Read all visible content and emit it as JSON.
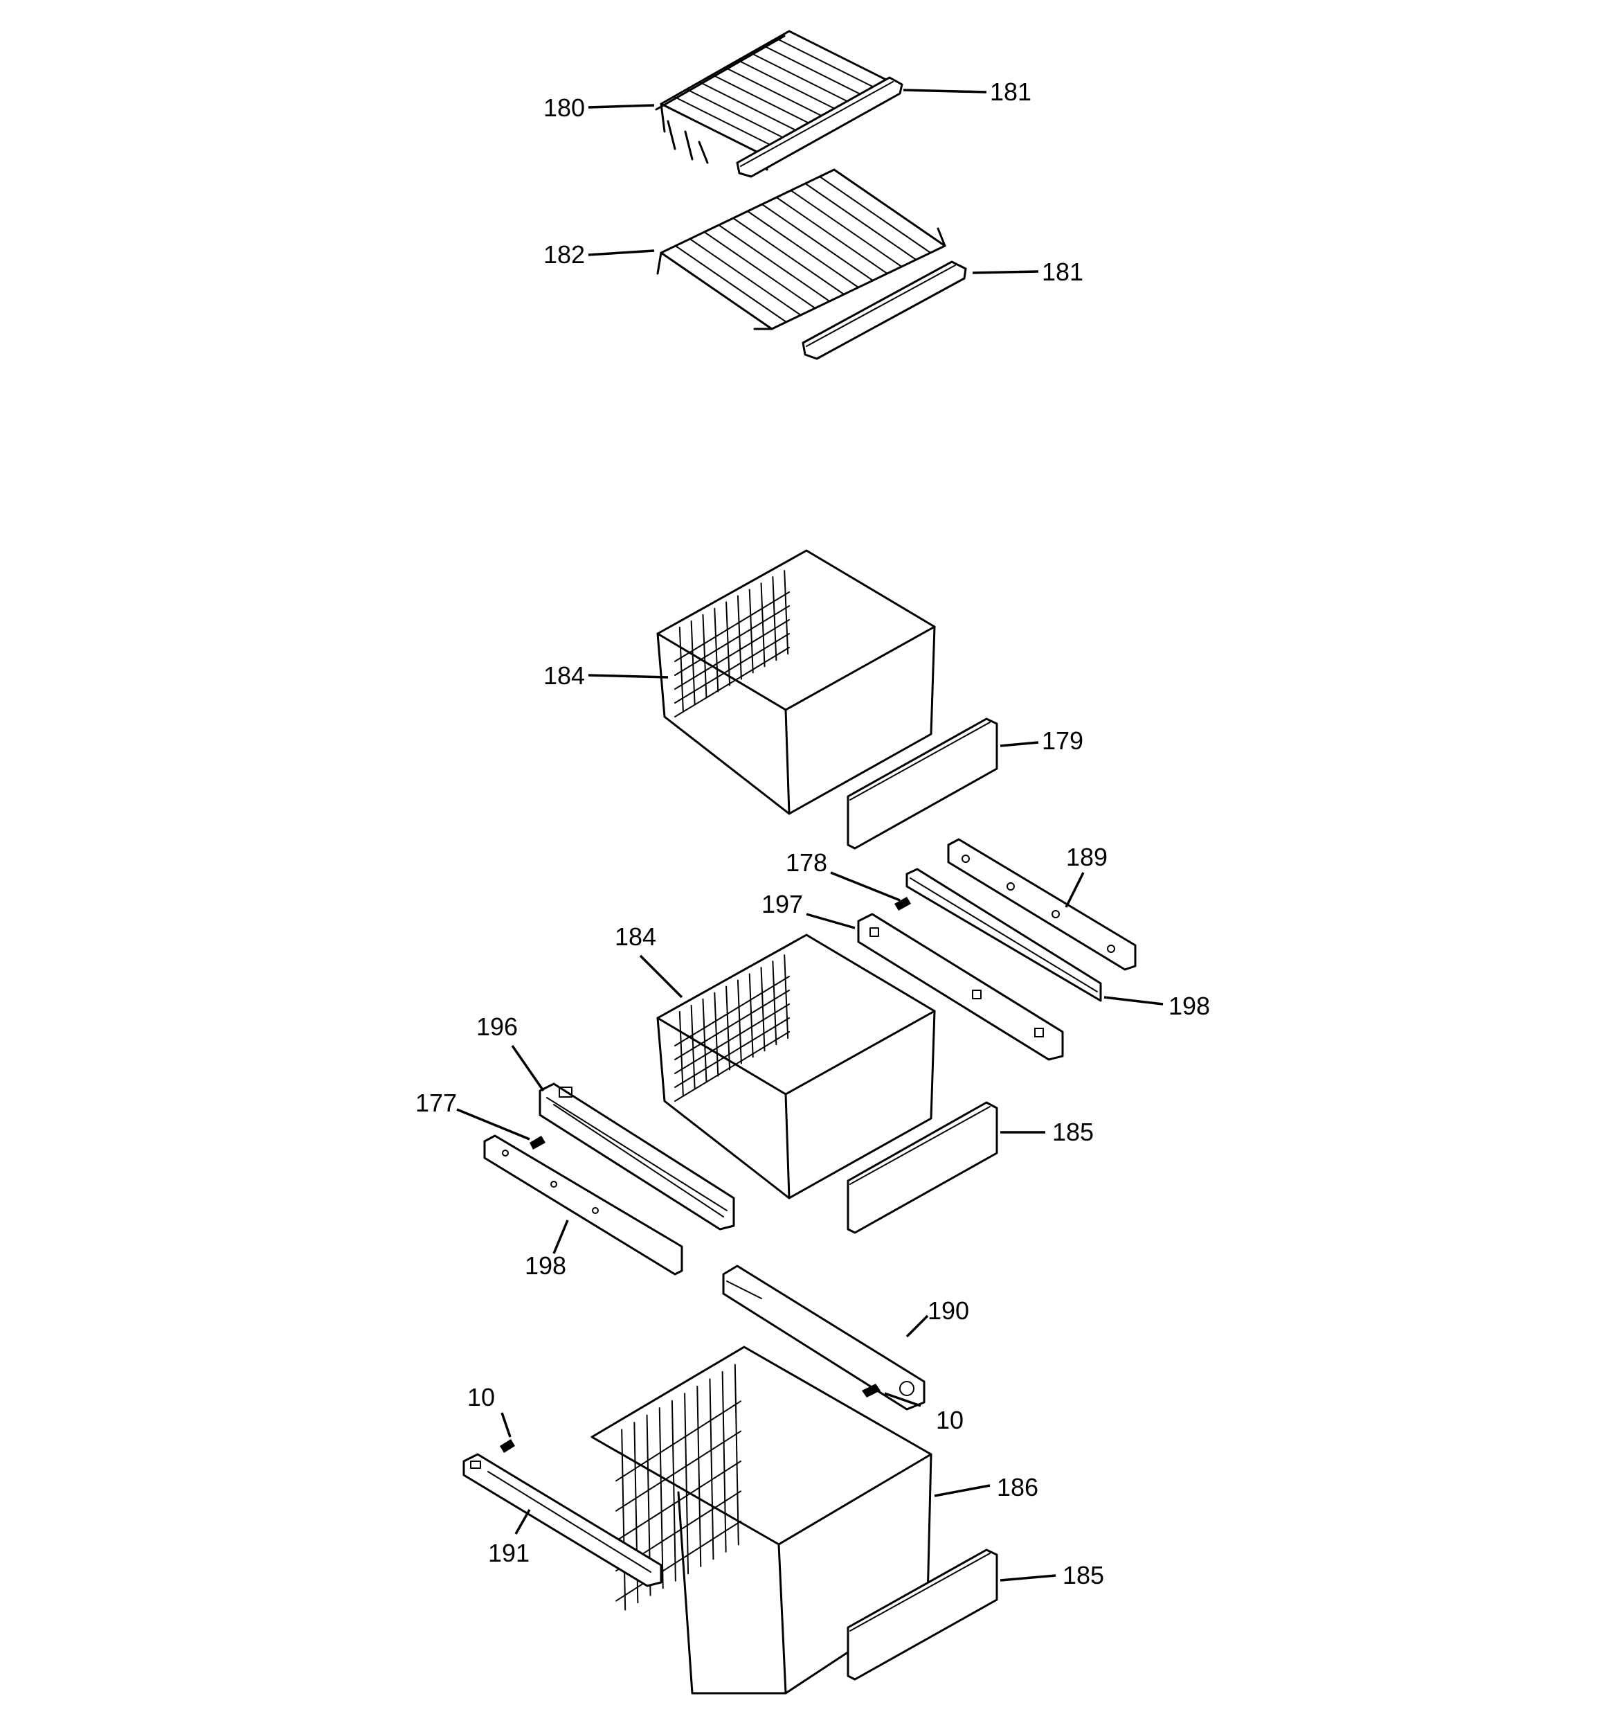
{
  "callouts": [
    {
      "id": "p180",
      "text": "180"
    },
    {
      "id": "p181a",
      "text": "181"
    },
    {
      "id": "p182",
      "text": "182"
    },
    {
      "id": "p181b",
      "text": "181"
    },
    {
      "id": "p184a",
      "text": "184"
    },
    {
      "id": "p179",
      "text": "179"
    },
    {
      "id": "p178",
      "text": "178"
    },
    {
      "id": "p189",
      "text": "189"
    },
    {
      "id": "p197",
      "text": "197"
    },
    {
      "id": "p184b",
      "text": "184"
    },
    {
      "id": "p198a",
      "text": "198"
    },
    {
      "id": "p196",
      "text": "196"
    },
    {
      "id": "p177",
      "text": "177"
    },
    {
      "id": "p185a",
      "text": "185"
    },
    {
      "id": "p198b",
      "text": "198"
    },
    {
      "id": "p190",
      "text": "190"
    },
    {
      "id": "p10a",
      "text": "10"
    },
    {
      "id": "p10b",
      "text": "10"
    },
    {
      "id": "p186",
      "text": "186"
    },
    {
      "id": "p191",
      "text": "191"
    },
    {
      "id": "p185b",
      "text": "185"
    }
  ]
}
